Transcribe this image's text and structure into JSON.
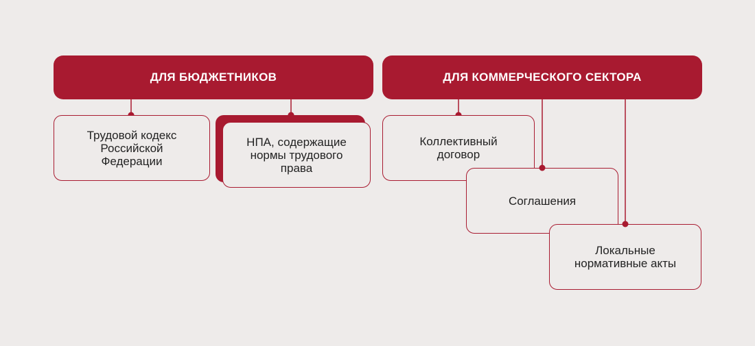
{
  "colors": {
    "accent": "#a81a30",
    "background": "#eeebea",
    "text": "#222222"
  },
  "headers": {
    "budget": "ДЛЯ БЮДЖЕТНИКОВ",
    "commercial": "ДЛЯ КОММЕРЧЕСКОГО СЕКТОРА"
  },
  "budget_items": {
    "labor_code": "Трудовой кодекс\nРоссийской\nФедерации",
    "npa": "НПА, содержащие\nнормы трудового\nправа"
  },
  "commercial_items": {
    "collective": "Коллективный\nдоговор",
    "agreements": "Соглашения",
    "local": "Локальные\nнормативные акты"
  }
}
